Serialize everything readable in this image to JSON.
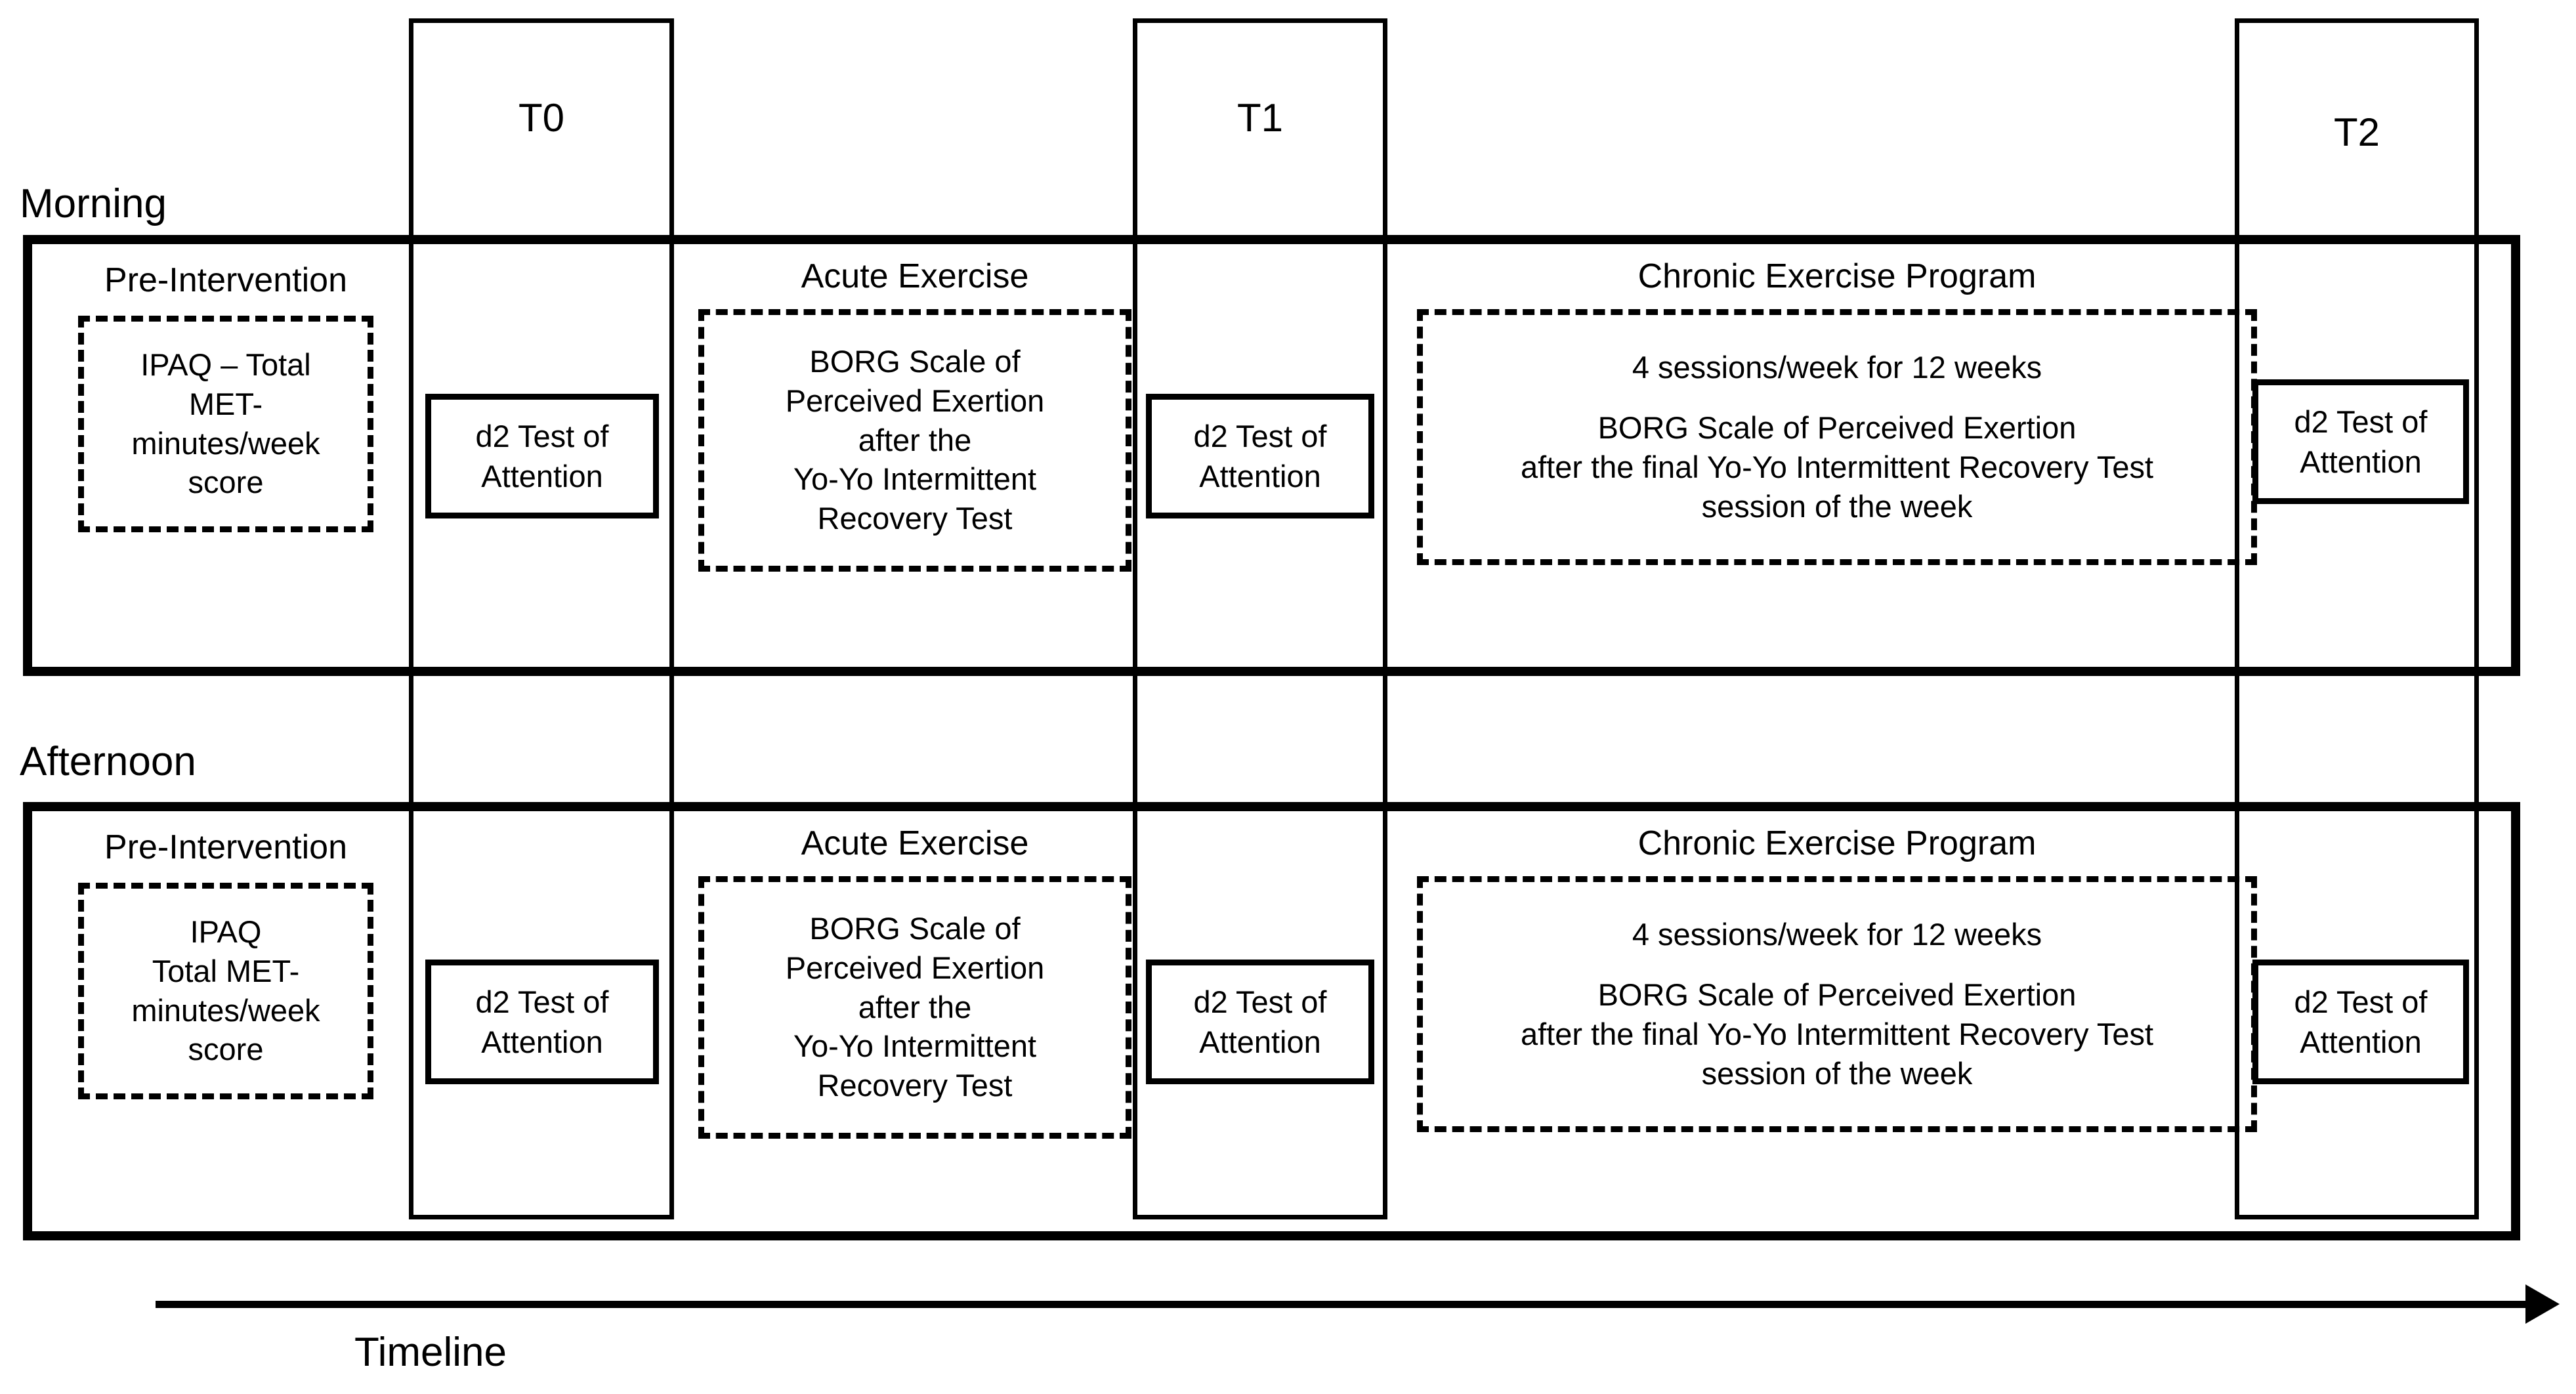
{
  "figure": {
    "kind": "study-design-timeline-diagram",
    "timeline": {
      "label": "Timeline",
      "arrow_direction": "left-to-right"
    },
    "timepoints": [
      {
        "id": "T0",
        "label": "T0"
      },
      {
        "id": "T1",
        "label": "T1"
      },
      {
        "id": "T2",
        "label": "T2"
      }
    ],
    "periods": [
      {
        "id": "morning",
        "label": "Morning",
        "phases": [
          {
            "id": "pre-intervention",
            "title": "Pre-Intervention",
            "measure_lines": [
              "IPAQ – Total",
              "MET-",
              "minutes/week",
              "score"
            ]
          },
          {
            "id": "acute-exercise",
            "title": "Acute Exercise",
            "measure_lines": [
              "BORG Scale of",
              "Perceived Exertion",
              "after the",
              "Yo-Yo Intermittent",
              "Recovery Test"
            ]
          },
          {
            "id": "chronic-exercise-program",
            "title": "Chronic Exercise Program",
            "measure_lines": [
              "4 sessions/week for 12 weeks",
              "",
              "BORG Scale of Perceived Exertion",
              "after the final Yo-Yo Intermittent Recovery Test",
              "session of the week"
            ]
          }
        ],
        "assessments": [
          {
            "timepoint": "T0",
            "lines": [
              "d2 Test of",
              "Attention"
            ]
          },
          {
            "timepoint": "T1",
            "lines": [
              "d2 Test of",
              "Attention"
            ]
          },
          {
            "timepoint": "T2",
            "lines": [
              "d2 Test of",
              "Attention"
            ]
          }
        ]
      },
      {
        "id": "afternoon",
        "label": "Afternoon",
        "phases": [
          {
            "id": "pre-intervention",
            "title": "Pre-Intervention",
            "measure_lines": [
              "IPAQ",
              "Total MET-",
              "minutes/week",
              "score"
            ]
          },
          {
            "id": "acute-exercise",
            "title": "Acute Exercise",
            "measure_lines": [
              "BORG Scale of",
              "Perceived Exertion",
              "after the",
              "Yo-Yo Intermittent",
              "Recovery Test"
            ]
          },
          {
            "id": "chronic-exercise-program",
            "title": "Chronic Exercise Program",
            "measure_lines": [
              "4 sessions/week for 12 weeks",
              "",
              "BORG Scale of Perceived Exertion",
              "after the final Yo-Yo Intermittent Recovery Test",
              "session of the week"
            ]
          }
        ],
        "assessments": [
          {
            "timepoint": "T0",
            "lines": [
              "d2 Test of",
              "Attention"
            ]
          },
          {
            "timepoint": "T1",
            "lines": [
              "d2 Test of",
              "Attention"
            ]
          },
          {
            "timepoint": "T2",
            "lines": [
              "d2 Test of",
              "Attention"
            ]
          }
        ]
      }
    ],
    "colors": {
      "stroke": "#000000",
      "background": "#ffffff"
    }
  }
}
